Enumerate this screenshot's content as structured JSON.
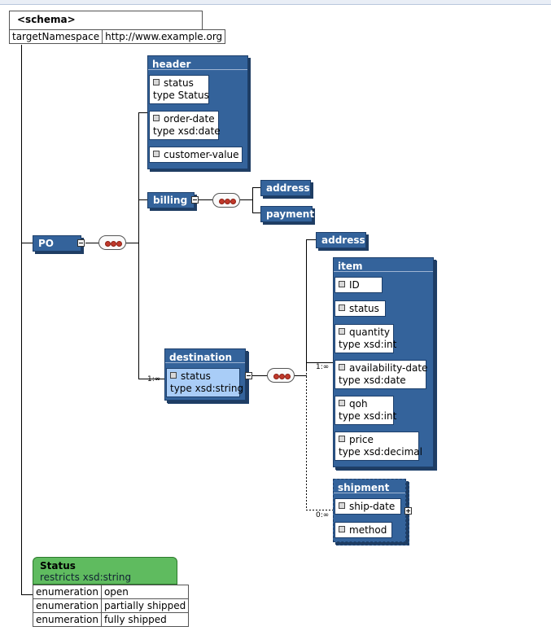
{
  "schema": {
    "title": "<schema>",
    "attr_name": "targetNamespace",
    "attr_value": "http://www.example.org"
  },
  "po": {
    "label": "PO"
  },
  "header": {
    "label": "header",
    "fields": [
      {
        "name": "status",
        "type": "type Status"
      },
      {
        "name": "order-date",
        "type": "type xsd:date"
      },
      {
        "name": "customer-value",
        "type": ""
      }
    ]
  },
  "billing": {
    "label": "billing",
    "children": [
      "address",
      "payment"
    ]
  },
  "destination": {
    "label": "destination",
    "field_name": "status",
    "field_type": "type xsd:string",
    "cardinality": "1:∞"
  },
  "address2": {
    "label": "address"
  },
  "item": {
    "label": "item",
    "cardinality": "1:∞",
    "fields": [
      {
        "name": "ID",
        "type": ""
      },
      {
        "name": "status",
        "type": ""
      },
      {
        "name": "quantity",
        "type": "type xsd:int"
      },
      {
        "name": "availability-date",
        "type": "type xsd:date"
      },
      {
        "name": "qoh",
        "type": "type xsd:int"
      },
      {
        "name": "price",
        "type": "type xsd:decimal"
      }
    ]
  },
  "shipment": {
    "label": "shipment",
    "cardinality": "0:∞",
    "fields": [
      {
        "name": "ship-date"
      },
      {
        "name": "method"
      }
    ]
  },
  "status_type": {
    "title": "Status",
    "restricts": "restricts xsd:string",
    "rows": [
      {
        "kind": "enumeration",
        "value": "open"
      },
      {
        "kind": "enumeration",
        "value": "partially shipped"
      },
      {
        "kind": "enumeration",
        "value": "fully shipped"
      }
    ]
  },
  "colors": {
    "element": "#34639b",
    "selected": "#a9cdf7",
    "simple_type": "#5fbb5f"
  }
}
